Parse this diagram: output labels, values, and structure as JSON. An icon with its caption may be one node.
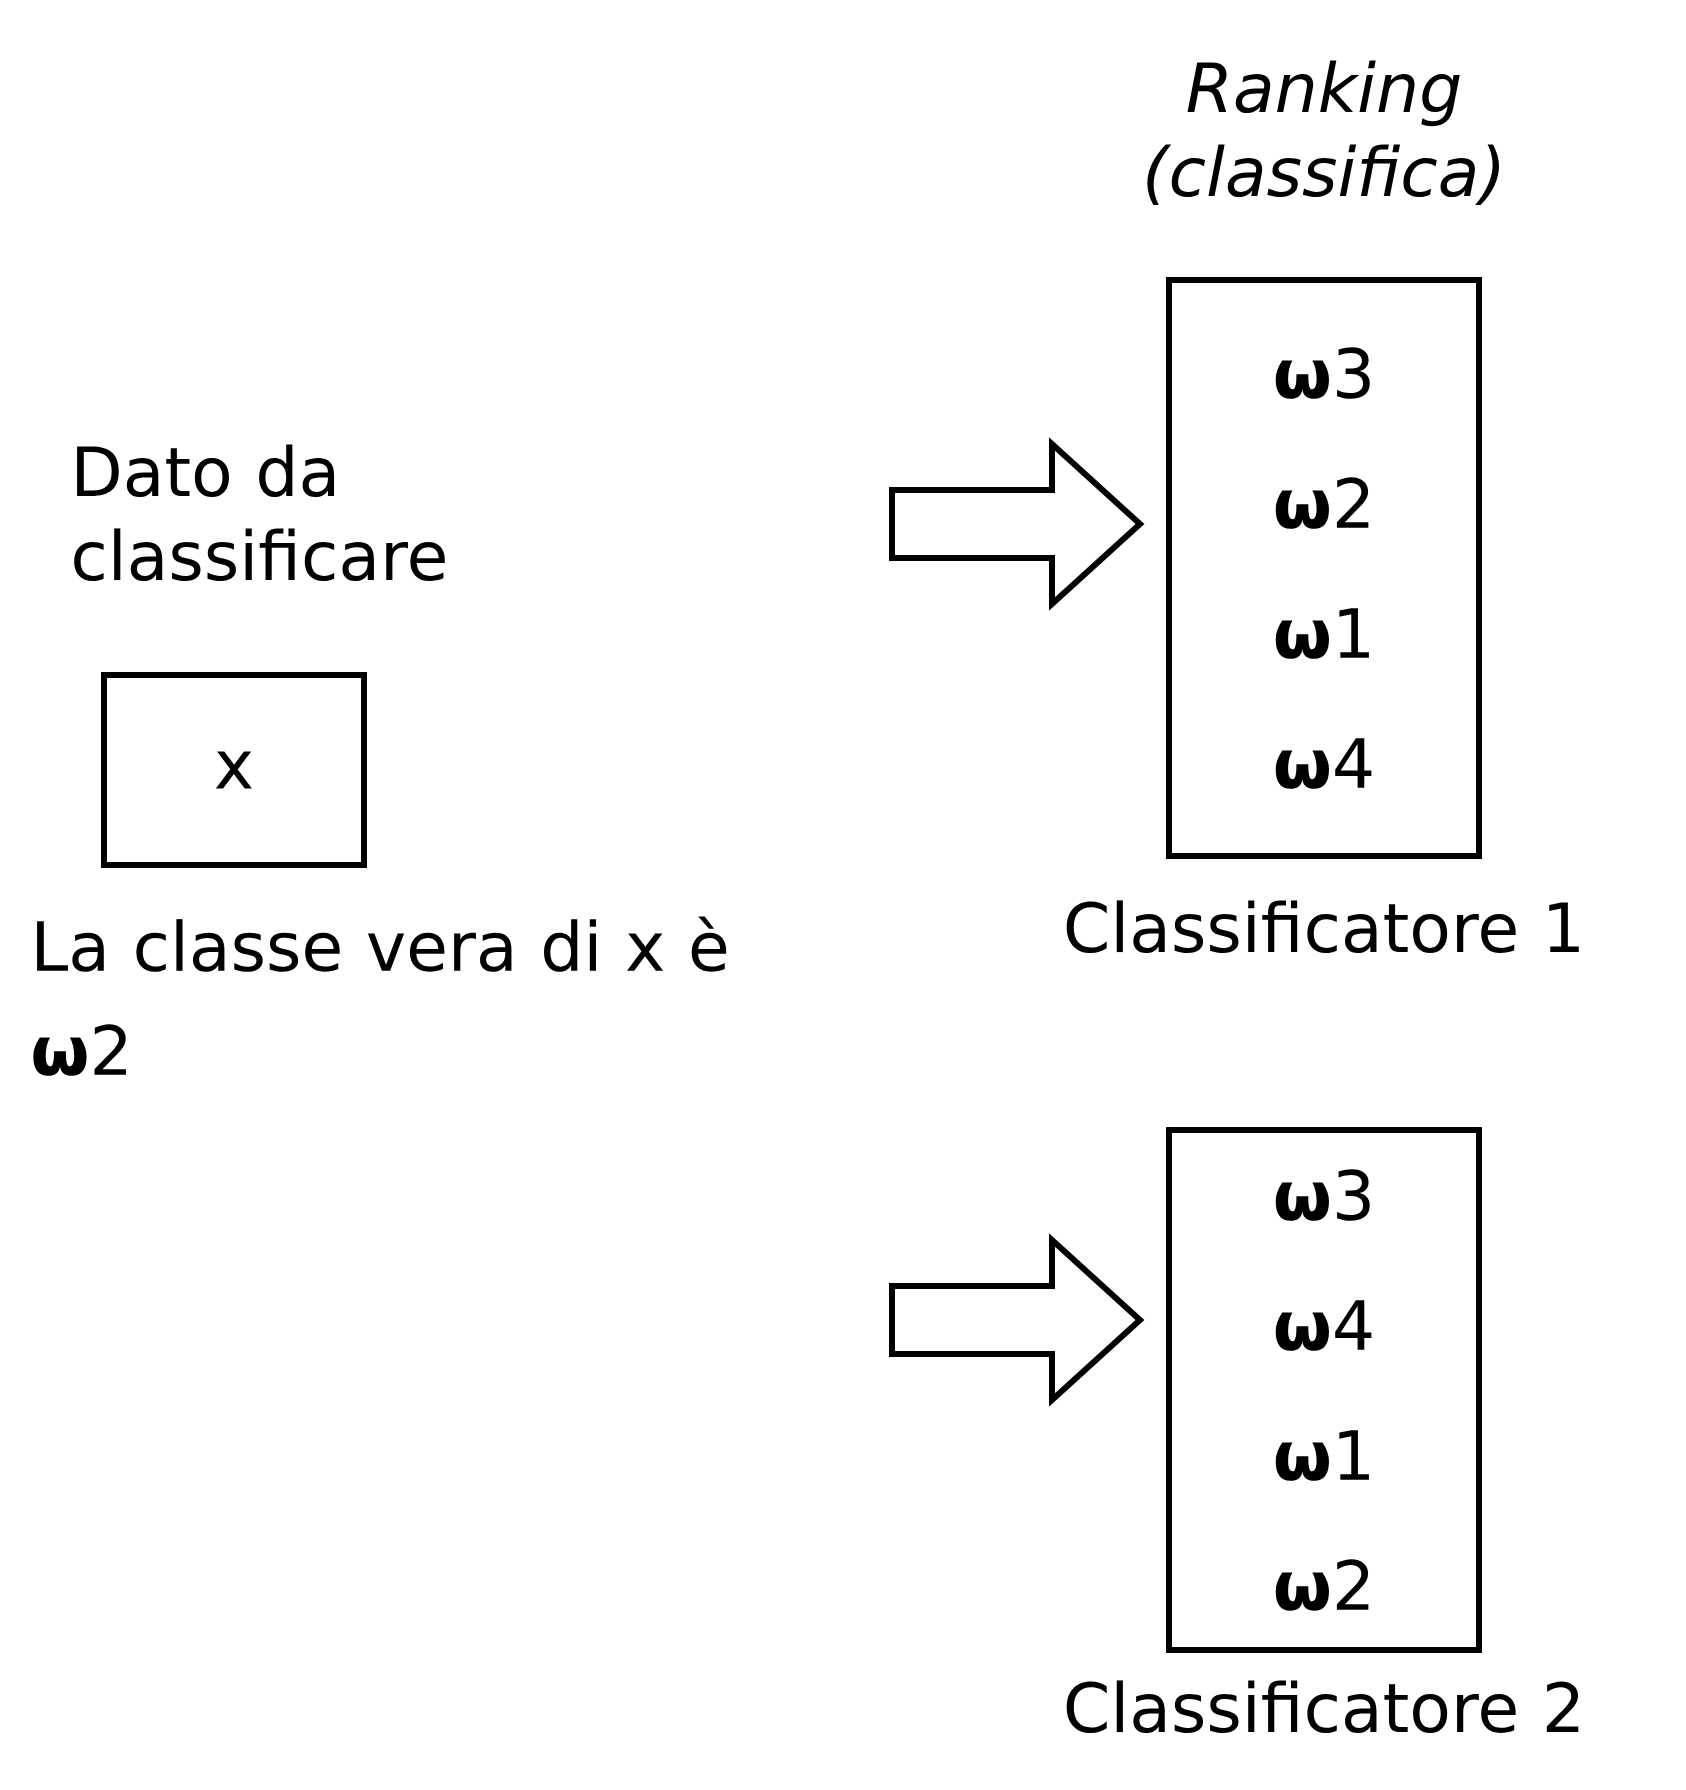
{
  "diagram": {
    "nodes": [
      {
        "text": [
          "Dato da classificare",
          "x"
        ],
        "beside": [
          "La classe vera di x è **ω**2"
        ]
      },
      {
        "text": [
          "*Ranking (classifica)*",
          "**ω**3",
          "**ω**2",
          "**ω**1",
          "**ω**4"
        ],
        "beside": [
          "Classificatore 1"
        ]
      },
      {
        "text": [
          "**ω**3",
          "**ω**4",
          "**ω**1",
          "**ω**2"
        ],
        "beside": [
          "Classificatore 2"
        ]
      }
    ],
    "edges": [
      {
        "from": null,
        "to": 1,
        "arrow": "to"
      },
      {
        "from": null,
        "to": 2,
        "arrow": "to"
      }
    ]
  }
}
